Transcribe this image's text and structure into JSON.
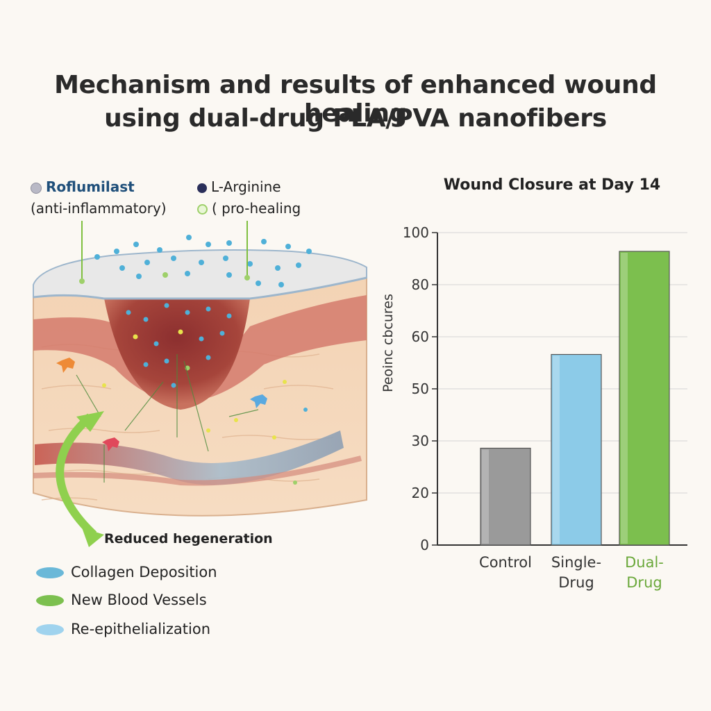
{
  "title": {
    "line1": "Mechanism and results of enhanced wound healing",
    "line2": "using dual-drug PLA/PVA nanofibers"
  },
  "drugs": {
    "roflumilast": {
      "name": "Roflumilast",
      "role": "(anti-inflammatory)",
      "color": "#b9b9c6"
    },
    "l_arginine": {
      "name": "L-Arginine",
      "role": "( pro-healing",
      "color": "#2a2f5a",
      "role_color": "#b7e08a"
    }
  },
  "illustration": {
    "reduced_label": "Reduced hegeneration"
  },
  "outcomes": [
    {
      "label": "Collagen Deposition",
      "color": "#6ab8d8"
    },
    {
      "label": "New Blood Vessels",
      "color": "#7cc04f"
    },
    {
      "label": "Re-epithelialization",
      "color": "#9fd3ee"
    }
  ],
  "chart_data": {
    "type": "bar",
    "title": "Wound Closure at Day 14",
    "ylabel": "Peoinc cbcures",
    "categories": [
      "Control",
      "Single-\nDrug",
      "Dual-\nDrug"
    ],
    "category_lines": [
      [
        "Control"
      ],
      [
        "Single-",
        "Drug"
      ],
      [
        "Dual-",
        "Drug"
      ]
    ],
    "values": [
      31,
      61,
      94
    ],
    "colors": [
      "#9a9a9a",
      "#8ccbe8",
      "#7cbf4e"
    ],
    "category_text_colors": [
      "#333333",
      "#333333",
      "#6aa83a"
    ],
    "ytick_labels": [
      "0",
      "20",
      "30",
      "50",
      "60",
      "80",
      "100"
    ],
    "ylim": [
      0,
      100
    ],
    "grid": true
  }
}
